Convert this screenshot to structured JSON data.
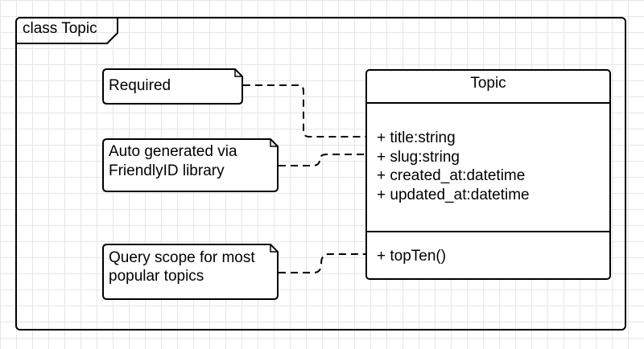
{
  "frame": {
    "label": "class Topic"
  },
  "notes": [
    {
      "lines": [
        "Required"
      ]
    },
    {
      "lines": [
        "Auto generated via",
        "FriendlyID library"
      ]
    },
    {
      "lines": [
        "Query scope for most",
        "popular topics"
      ]
    }
  ],
  "class": {
    "name": "Topic",
    "attributes": [
      "+ title:string",
      "+ slug:string",
      "+ created_at:datetime",
      "+ updated_at:datetime"
    ],
    "operations": [
      "+ topTen()"
    ]
  },
  "colors": {
    "stroke": "#000000",
    "grid": "#e6e6e6",
    "background": "#ffffff"
  }
}
